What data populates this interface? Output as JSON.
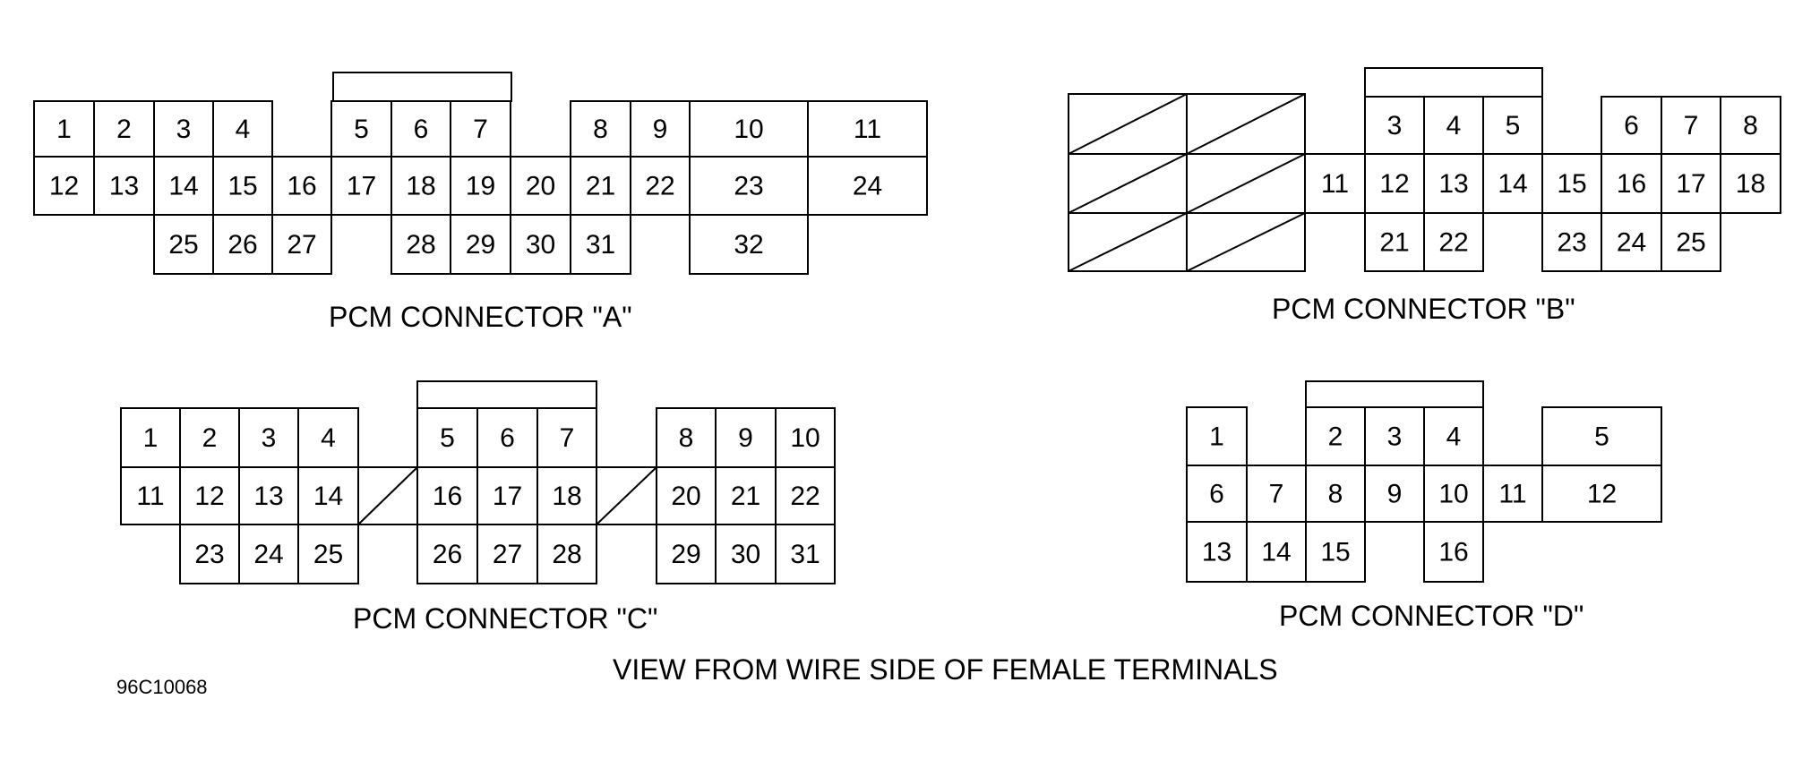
{
  "connectors": [
    {
      "id": "A",
      "label": "PCM CONNECTOR \"A\"",
      "pins": [
        "1",
        "2",
        "3",
        "4",
        "5",
        "6",
        "7",
        "8",
        "9",
        "10",
        "11",
        "12",
        "13",
        "14",
        "15",
        "16",
        "17",
        "18",
        "19",
        "20",
        "21",
        "22",
        "23",
        "24",
        "25",
        "26",
        "27",
        "28",
        "29",
        "30",
        "31",
        "32"
      ]
    },
    {
      "id": "B",
      "label": "PCM CONNECTOR \"B\"",
      "pins": [
        "3",
        "4",
        "5",
        "6",
        "7",
        "8",
        "11",
        "12",
        "13",
        "14",
        "15",
        "16",
        "17",
        "18",
        "21",
        "22",
        "23",
        "24",
        "25"
      ]
    },
    {
      "id": "C",
      "label": "PCM CONNECTOR \"C\"",
      "pins": [
        "1",
        "2",
        "3",
        "4",
        "5",
        "6",
        "7",
        "8",
        "9",
        "10",
        "11",
        "12",
        "13",
        "14",
        "16",
        "17",
        "18",
        "20",
        "21",
        "22",
        "23",
        "24",
        "25",
        "26",
        "27",
        "28",
        "29",
        "30",
        "31"
      ]
    },
    {
      "id": "D",
      "label": "PCM CONNECTOR \"D\"",
      "pins": [
        "1",
        "2",
        "3",
        "4",
        "5",
        "6",
        "7",
        "8",
        "9",
        "10",
        "11",
        "12",
        "13",
        "14",
        "15",
        "16"
      ]
    }
  ],
  "caption": "VIEW FROM WIRE SIDE OF FEMALE TERMINALS",
  "figure_id": "96C10068"
}
